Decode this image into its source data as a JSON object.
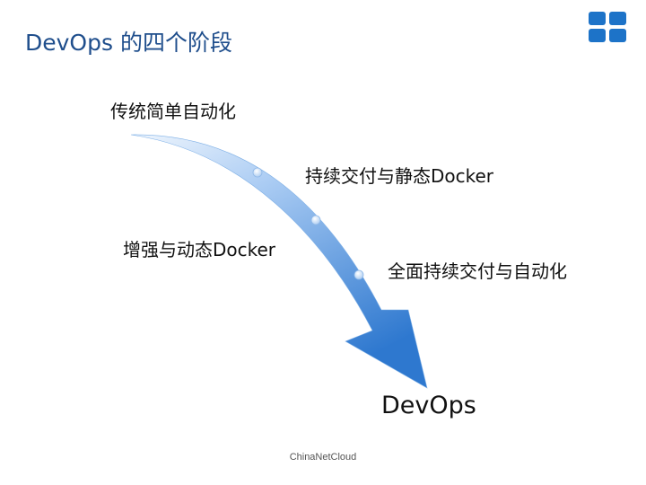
{
  "title": "DevOps 的四个阶段",
  "logo_icon": "grid-logo-icon",
  "colors": {
    "title": "#1f4e8c",
    "arrow_light": "#d9e9fb",
    "arrow_dark": "#2e78cf",
    "logo": "#1d73c8"
  },
  "stages": [
    {
      "label": "传统简单自动化"
    },
    {
      "label": "持续交付与静态Docker"
    },
    {
      "label": "增强与动态Docker"
    },
    {
      "label": "全面持续交付与自动化"
    }
  ],
  "goal": "DevOps",
  "footer": "ChinaNetCloud"
}
